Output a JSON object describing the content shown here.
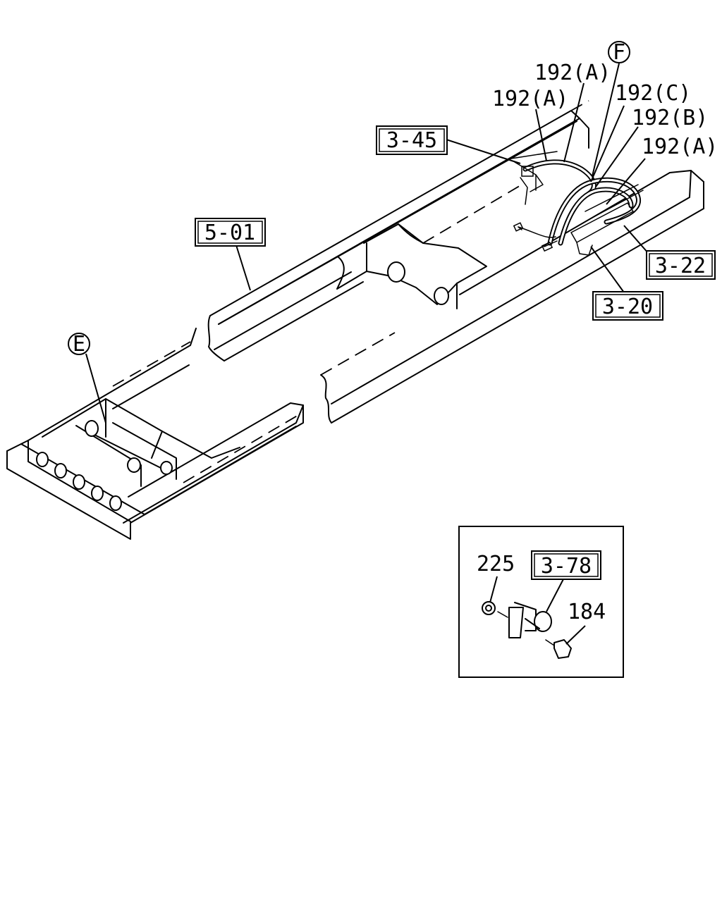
{
  "labels": {
    "frame_ref": "5-01",
    "ref_3_45": "3-45",
    "ref_3_22": "3-22",
    "ref_3_20": "3-20",
    "ref_3_78": "3-78",
    "part_192a_1": "192(A)",
    "part_192a_2": "192(A)",
    "part_192c": "192(C)",
    "part_192b": "192(B)",
    "part_192a_3": "192(A)",
    "part_225": "225",
    "part_184": "184",
    "view_f": "F",
    "view_e": "E"
  }
}
